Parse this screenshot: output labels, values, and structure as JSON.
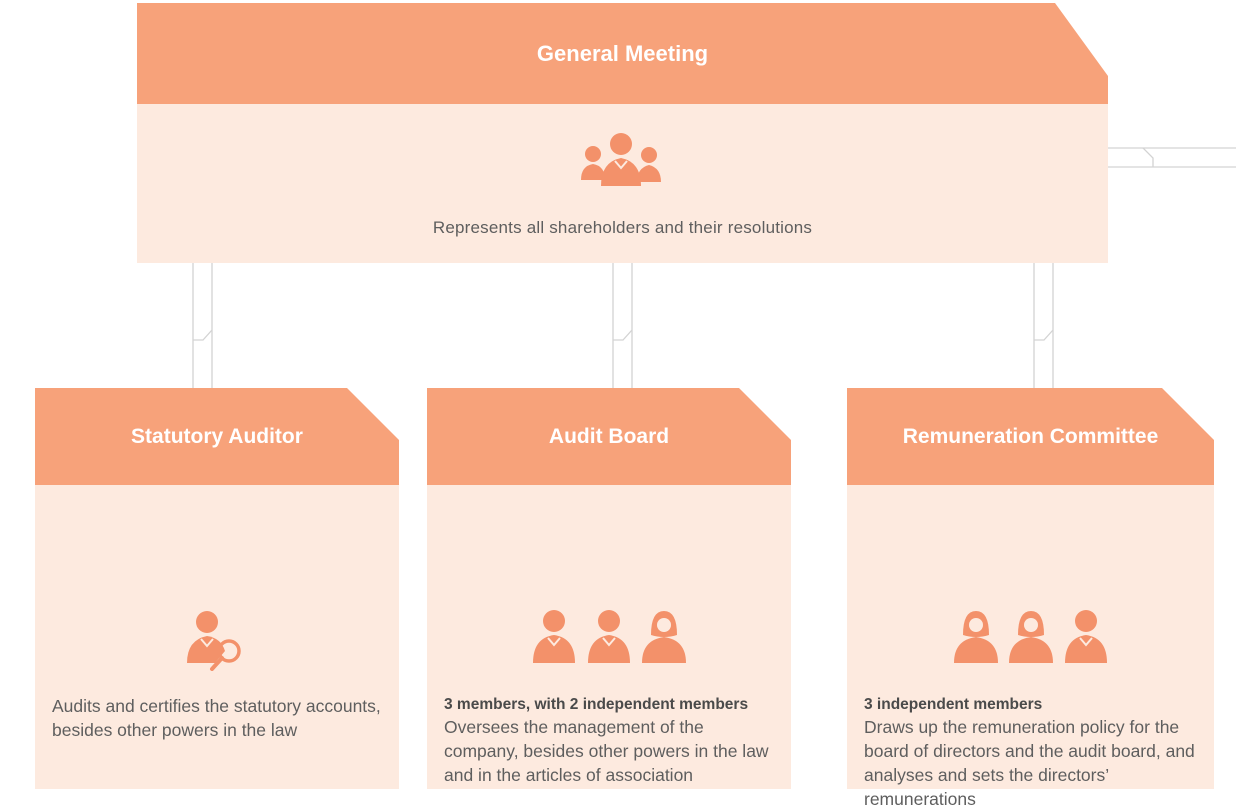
{
  "general_meeting": {
    "title": "General Meeting",
    "description": "Represents all shareholders and their resolutions",
    "icon": "group-people-icon"
  },
  "bodies": [
    {
      "title": "Statutory Auditor",
      "icon": "auditor-magnifier-icon",
      "members": "",
      "description": "Audits and certifies the statutory accounts, besides other  powers in the law"
    },
    {
      "title": "Audit Board",
      "icon": "three-people-icon",
      "members": "3 members, with 2 independent members",
      "description": "Oversees the management of the company, besides other powers in the law and in the articles of association"
    },
    {
      "title": "Remuneration Committee",
      "icon": "three-people-icon",
      "members": "3 independent members",
      "description": "Draws up the remuneration policy for the board of directors and the audit board, and analyses and sets the directors’ remunerations"
    }
  ],
  "colors": {
    "header": "#f7a27a",
    "body": "#fdeadf",
    "text": "#5e5e5e",
    "connector": "#d6d6d6"
  }
}
